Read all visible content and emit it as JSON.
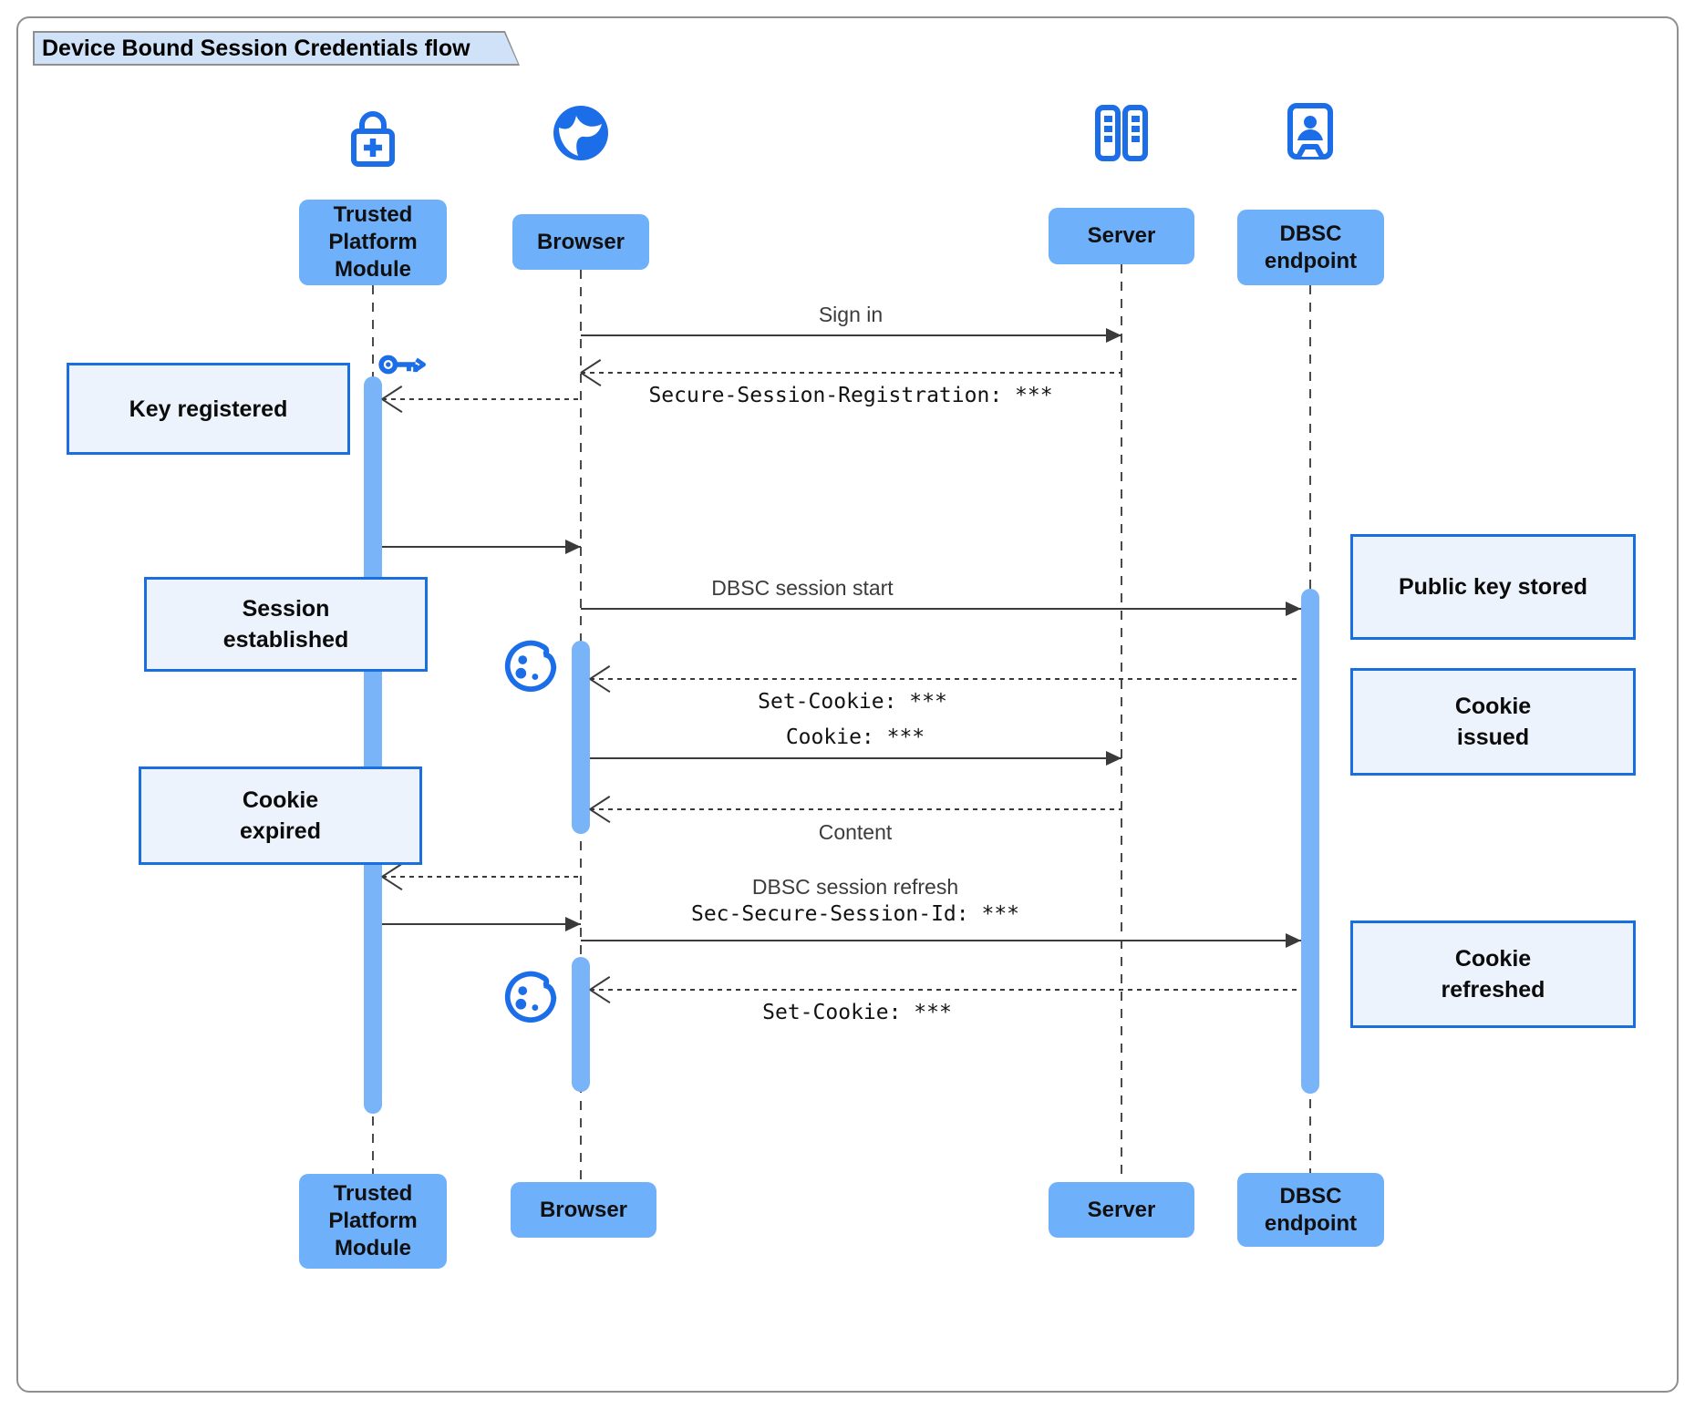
{
  "title": "Device Bound Session Credentials flow",
  "diagram_type": "sequence-diagram",
  "colors": {
    "accent_blue": "#1b6ee8",
    "actor_fill": "#6fb0fa",
    "note_fill": "#edf3fc",
    "note_border": "#1a6fe0",
    "activation_bar_fill": "#79b3f8",
    "title_tab_fill": "#cfe2f8",
    "frame_border": "#8f8f8f",
    "arrow": "#3a3a3a"
  },
  "participants": [
    {
      "id": "tpm",
      "name": "Trusted Platform Module",
      "label_lines": [
        "Trusted",
        "Platform",
        "Module"
      ],
      "icon": "lock-plus-icon"
    },
    {
      "id": "browser",
      "name": "Browser",
      "label_lines": [
        "Browser"
      ],
      "icon": "globe-icon"
    },
    {
      "id": "server",
      "name": "Server",
      "label_lines": [
        "Server"
      ],
      "icon": "server-racks-icon"
    },
    {
      "id": "dbsc",
      "name": "DBSC endpoint",
      "label_lines": [
        "DBSC",
        "endpoint"
      ],
      "icon": "door-person-icon"
    }
  ],
  "messages": [
    {
      "id": "sign-in",
      "from": "Browser",
      "to": "Server",
      "kind": "solid",
      "labels": [
        {
          "text": "Sign in",
          "font": "sans",
          "pos": "above"
        }
      ]
    },
    {
      "id": "secure-session-registration",
      "from": "Server",
      "to": "Browser",
      "kind": "dashed",
      "labels": [
        {
          "text": "Secure-Session-Registration: ***",
          "font": "mono",
          "pos": "below"
        }
      ]
    },
    {
      "id": "register-key-request",
      "from": "Browser",
      "to": "Trusted Platform Module",
      "kind": "dashed",
      "labels": []
    },
    {
      "id": "key-returned",
      "from": "Trusted Platform Module",
      "to": "Browser",
      "kind": "solid",
      "labels": []
    },
    {
      "id": "dbsc-session-start",
      "from": "Browser",
      "to": "DBSC endpoint",
      "kind": "solid",
      "labels": [
        {
          "text": "DBSC session start",
          "font": "sans",
          "pos": "above"
        }
      ]
    },
    {
      "id": "set-cookie-1",
      "from": "DBSC endpoint",
      "to": "Browser",
      "kind": "dashed",
      "labels": [
        {
          "text": "Set-Cookie: ***",
          "font": "mono",
          "pos": "below"
        }
      ]
    },
    {
      "id": "cookie",
      "from": "Browser",
      "to": "Server",
      "kind": "solid",
      "labels": [
        {
          "text": "Cookie: ***",
          "font": "mono",
          "pos": "above"
        }
      ]
    },
    {
      "id": "content",
      "from": "Server",
      "to": "Browser",
      "kind": "dashed",
      "labels": [
        {
          "text": "Content",
          "font": "sans",
          "pos": "below"
        }
      ]
    },
    {
      "id": "refresh-sign-request",
      "from": "Browser",
      "to": "Trusted Platform Module",
      "kind": "dashed",
      "labels": []
    },
    {
      "id": "refresh-signature",
      "from": "Trusted Platform Module",
      "to": "Browser",
      "kind": "solid",
      "labels": []
    },
    {
      "id": "dbsc-session-refresh",
      "from": "Browser",
      "to": "DBSC endpoint",
      "kind": "solid",
      "labels": [
        {
          "text": "DBSC session refresh",
          "font": "sans",
          "pos": "above"
        },
        {
          "text": "Sec-Secure-Session-Id: ***",
          "font": "mono",
          "pos": "above"
        }
      ]
    },
    {
      "id": "set-cookie-2",
      "from": "DBSC endpoint",
      "to": "Browser",
      "kind": "dashed",
      "labels": [
        {
          "text": "Set-Cookie: ***",
          "font": "mono",
          "pos": "below"
        }
      ]
    }
  ],
  "notes": [
    {
      "id": "key-registered",
      "lines": [
        "Key registered"
      ]
    },
    {
      "id": "session-established",
      "lines": [
        "Session",
        "established"
      ]
    },
    {
      "id": "cookie-expired",
      "lines": [
        "Cookie",
        "expired"
      ]
    },
    {
      "id": "public-key-stored",
      "lines": [
        "Public key stored"
      ]
    },
    {
      "id": "cookie-issued",
      "lines": [
        "Cookie",
        "issued"
      ]
    },
    {
      "id": "cookie-refreshed",
      "lines": [
        "Cookie",
        "refreshed"
      ]
    }
  ],
  "decorations": [
    {
      "id": "key-icon-1",
      "icon": "key-icon"
    },
    {
      "id": "cookie-icon-1",
      "icon": "cookie-icon"
    },
    {
      "id": "cookie-icon-2",
      "icon": "cookie-icon"
    }
  ]
}
